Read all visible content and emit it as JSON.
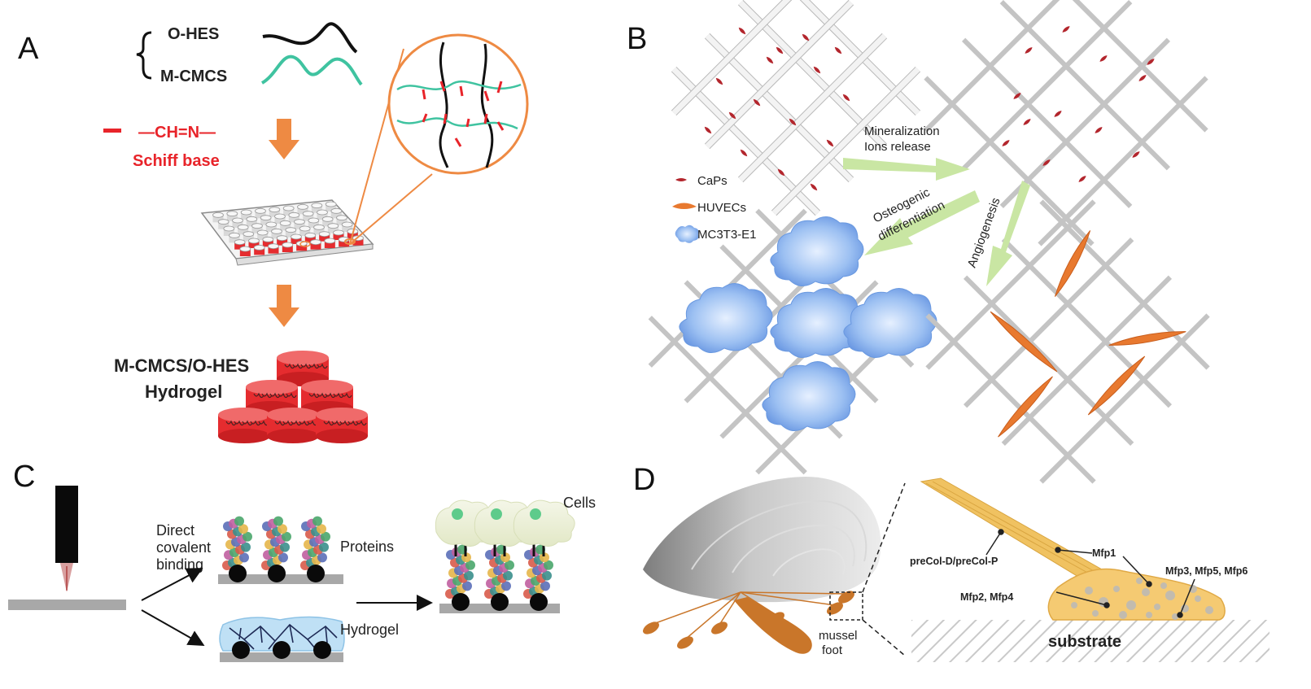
{
  "panels": {
    "a": {
      "letter": "A",
      "oxidized_polymer": "O-HES",
      "modified_polymer": "M-CMCS",
      "bond_formula": "—CH=N—",
      "bond_name": "Schiff base",
      "product_line1": "M-CMCS/O-HES",
      "product_line2": "Hydrogel",
      "colors": {
        "crosslink": "#e8242a",
        "arrow": "#ee8a43",
        "chain_black": "#111111",
        "chain_teal": "#3fc3a0",
        "gel": "#e52c2f"
      }
    },
    "b": {
      "letter": "B",
      "arrow1_line1": "Mineralization",
      "arrow1_line2": "Ions release",
      "arrow2_line1": "Osteogenic",
      "arrow2_line2": "differentiation",
      "arrow3": "Angiogenesis",
      "legend": [
        "CaPs",
        "HUVECs",
        "MC3T3-E1"
      ],
      "colors": {
        "scaffold": "#b9b9b9",
        "caps": "#b3262d",
        "huvec": "#e8792f",
        "mc3t3": "#6f9fe6",
        "arrow": "#c9e6a3"
      }
    },
    "c": {
      "letter": "C",
      "step_line1": "Direct",
      "step_line2": "covalent",
      "step_line3": "binding",
      "proteins": "Proteins",
      "hydrogel": "Hydrogel",
      "cells": "Cells",
      "colors": {
        "substrate": "#a8a8a8",
        "hydrogel": "#bfe0f5",
        "cell": "#eef3d8",
        "nucleus": "#5ecb8b"
      }
    },
    "d": {
      "letter": "D",
      "foot": "mussel\nfoot",
      "precol": "preCol-D/preCol-P",
      "mfp1": "Mfp1",
      "mfp2": "Mfp2, Mfp4",
      "mfp3": "Mfp3, Mfp5, Mfp6",
      "substrate": "substrate",
      "colors": {
        "thread": "#f0c261",
        "plaque": "#f5ca72",
        "foot": "#c9762a",
        "shell": "#cfcfcf"
      }
    }
  }
}
